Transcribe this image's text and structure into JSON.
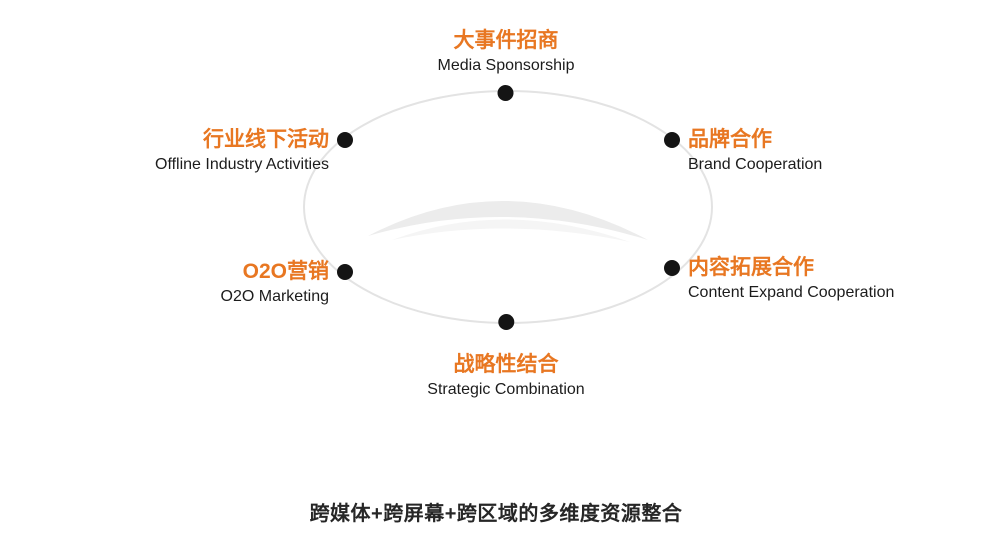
{
  "colors": {
    "accent": "#e87722",
    "text": "#1c1c1c",
    "dot": "#141414",
    "line": "#e3e3e3"
  },
  "nodes": {
    "top": {
      "title": "大事件招商",
      "subtitle": "Media Sponsorship"
    },
    "upper_left": {
      "title": "行业线下活动",
      "subtitle": "Offline Industry Activities"
    },
    "upper_right": {
      "title": "品牌合作",
      "subtitle": "Brand Cooperation"
    },
    "lower_left": {
      "title": "O2O营销",
      "subtitle": "O2O Marketing"
    },
    "lower_right": {
      "title": "内容拓展合作",
      "subtitle": "Content Expand Cooperation"
    },
    "bottom": {
      "title": "战略性结合",
      "subtitle": "Strategic Combination"
    }
  },
  "caption": "跨媒体+跨屏幕+跨区域的多维度资源整合"
}
